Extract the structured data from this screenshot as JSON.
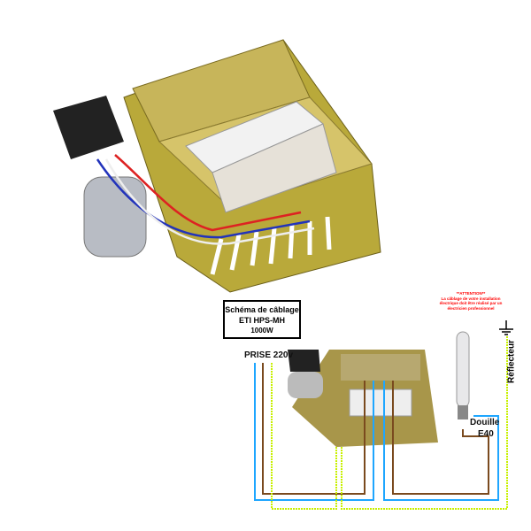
{
  "diagram": {
    "title_lines": [
      "Schéma de câblage",
      "ETI HPS-MH",
      "1000W"
    ],
    "power_label": "PRISE 220v",
    "socket_label": [
      "Douille",
      "E40"
    ],
    "reflector_label": "Réflecteur",
    "warning": [
      "**ATTENTION**",
      "La câblage de votre installation",
      "électrique doit être réalisé par un",
      "électricien professionnel"
    ],
    "wire_colors": {
      "phase": "#1ea6ff",
      "neutral": "#7a4a1e",
      "earth": "#c8f000"
    },
    "warning_color": "#ff0000"
  },
  "icons": [
    "ballast-photo",
    "ballast-thumbnail",
    "bulb-icon",
    "ground-icon"
  ]
}
